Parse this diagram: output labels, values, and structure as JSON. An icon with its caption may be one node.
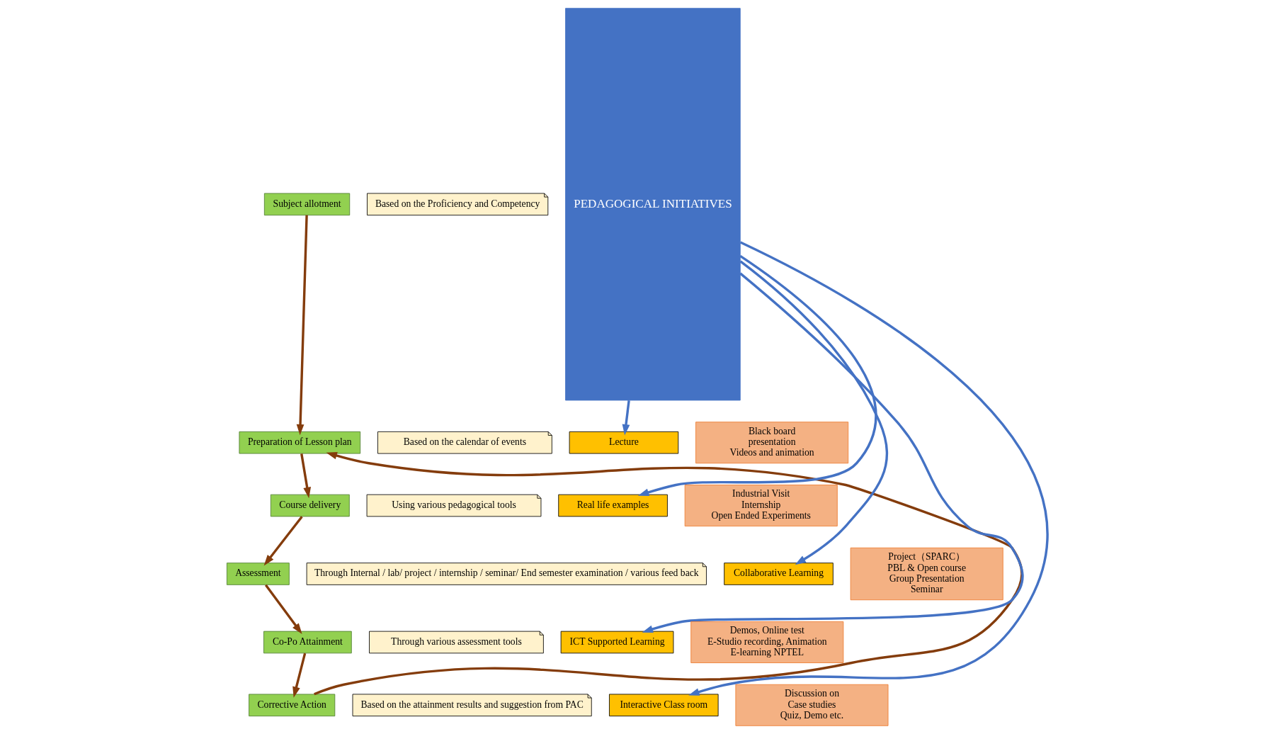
{
  "diagram": {
    "nodes": [
      {
        "text": [
          "Subject allotment"
        ]
      },
      {
        "text": [
          "Based on the Proficiency and Competency"
        ]
      },
      {
        "text": [
          "Preparation of Lesson plan"
        ]
      },
      {
        "text": [
          "Based on the calendar of events"
        ]
      },
      {
        "text": [
          "Course delivery"
        ]
      },
      {
        "text": [
          "Using various pedagogical tools"
        ]
      },
      {
        "text": [
          "Assessment"
        ]
      },
      {
        "text": [
          "Through Internal / lab/ project / internship / seminar/ End semester examination / various feed back"
        ]
      },
      {
        "text": [
          "Co-Po Attainment"
        ]
      },
      {
        "text": [
          "Through various assessment tools"
        ]
      },
      {
        "text": [
          "Corrective Action"
        ]
      },
      {
        "text": [
          "Based on the attainment results and suggestion from PAC"
        ]
      },
      {
        "text": [
          "PEDAGOGICAL INITIATIVES"
        ]
      },
      {
        "text": [
          "Lecture"
        ]
      },
      {
        "text": [
          "Black board",
          "presentation",
          "Videos and animation"
        ]
      },
      {
        "text": [
          "Real life examples"
        ]
      },
      {
        "text": [
          "Industrial Visit",
          "Internship",
          "Open Ended Experiments"
        ]
      },
      {
        "text": [
          "Collaborative Learning"
        ]
      },
      {
        "text": [
          "Project（SPARC）",
          "PBL & Open course",
          "Group Presentation",
          "Seminar"
        ]
      },
      {
        "text": [
          "ICT Supported Learning"
        ]
      },
      {
        "text": [
          "Demos, Online test",
          "E-Studio recording, Animation",
          "E-learning NPTEL"
        ]
      },
      {
        "text": [
          "Interactive Class room"
        ]
      },
      {
        "text": [
          "Discussion on",
          "Case studies",
          "Quiz, Demo etc."
        ]
      }
    ],
    "edges": [
      {
        "from": 0,
        "to": 2,
        "arrow": "to"
      },
      {
        "from": 2,
        "to": 4,
        "arrow": "to"
      },
      {
        "from": 4,
        "to": 6,
        "arrow": "to"
      },
      {
        "from": 6,
        "to": 8,
        "arrow": "to"
      },
      {
        "from": 8,
        "to": 10,
        "arrow": "to"
      },
      {
        "from": 10,
        "to": 2,
        "arrow": "to"
      },
      {
        "from": 12,
        "to": 13,
        "arrow": "to",
        "color": "#4472c4"
      },
      {
        "from": 12,
        "to": 15,
        "arrow": "to",
        "color": "#4472c4"
      },
      {
        "from": 12,
        "to": 17,
        "arrow": "to",
        "color": "#4472c4"
      },
      {
        "from": 12,
        "to": 19,
        "arrow": "to",
        "color": "#4472c4"
      },
      {
        "from": 12,
        "to": 21,
        "arrow": "to",
        "color": "#4472c4"
      }
    ]
  }
}
